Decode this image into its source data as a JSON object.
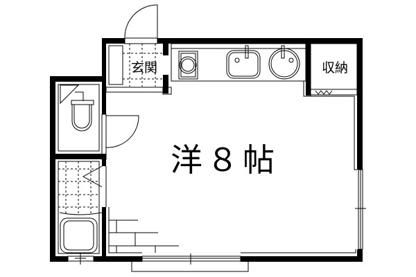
{
  "floor_plan": {
    "rooms": {
      "main_room": "洋８帖",
      "entrance": "玄関",
      "storage": "収納"
    },
    "colors": {
      "line": "#000000",
      "background": "#ffffff"
    }
  }
}
